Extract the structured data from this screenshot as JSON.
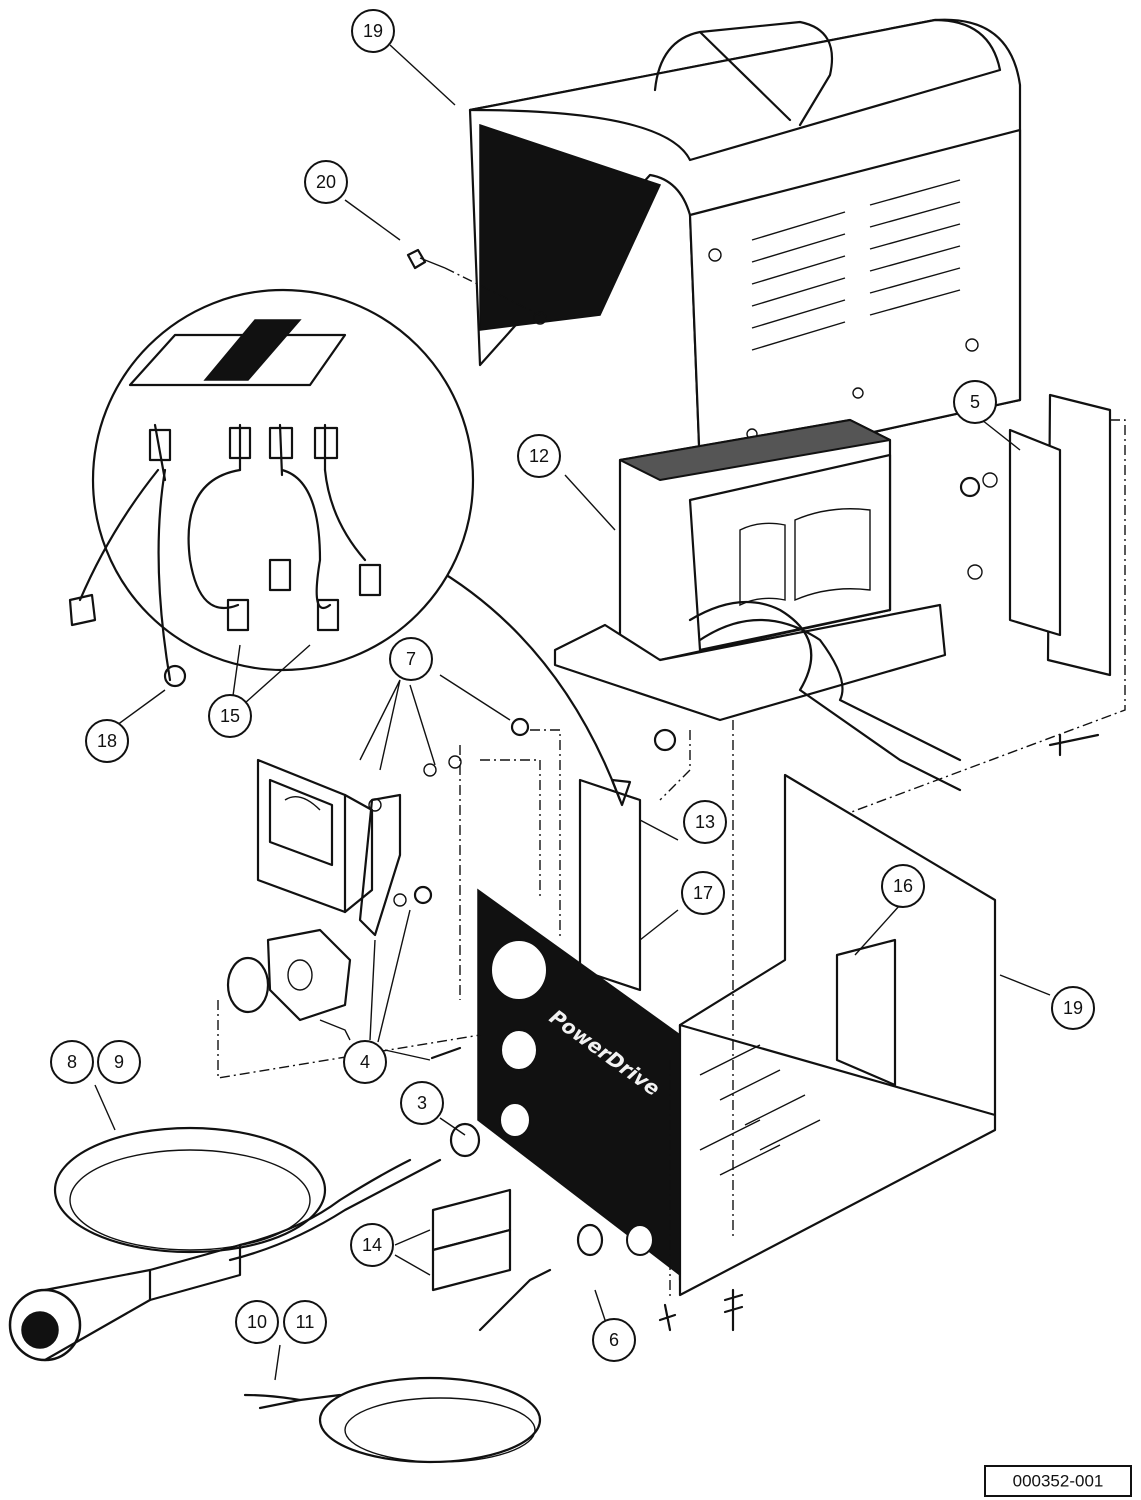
{
  "reference_number": "000352-001",
  "brand_text": "PowerDrive",
  "callouts": [
    {
      "id": "c19top",
      "label": "19",
      "icon": "callout-circle"
    },
    {
      "id": "c20",
      "label": "20",
      "icon": "callout-circle"
    },
    {
      "id": "c12",
      "label": "12",
      "icon": "callout-circle"
    },
    {
      "id": "c5",
      "label": "5",
      "icon": "callout-circle"
    },
    {
      "id": "c7",
      "label": "7",
      "icon": "callout-circle"
    },
    {
      "id": "c18",
      "label": "18",
      "icon": "callout-circle"
    },
    {
      "id": "c15",
      "label": "15",
      "icon": "callout-circle"
    },
    {
      "id": "c13",
      "label": "13",
      "icon": "callout-circle"
    },
    {
      "id": "c17",
      "label": "17",
      "icon": "callout-circle"
    },
    {
      "id": "c16",
      "label": "16",
      "icon": "callout-circle"
    },
    {
      "id": "c19side",
      "label": "19",
      "icon": "callout-circle"
    },
    {
      "id": "c4",
      "label": "4",
      "icon": "callout-circle"
    },
    {
      "id": "c8",
      "label": "8",
      "icon": "callout-circle"
    },
    {
      "id": "c9",
      "label": "9",
      "icon": "callout-circle"
    },
    {
      "id": "c3",
      "label": "3",
      "icon": "callout-circle"
    },
    {
      "id": "c14",
      "label": "14",
      "icon": "callout-circle"
    },
    {
      "id": "c10",
      "label": "10",
      "icon": "callout-circle"
    },
    {
      "id": "c11",
      "label": "11",
      "icon": "callout-circle"
    },
    {
      "id": "c6",
      "label": "6",
      "icon": "callout-circle"
    }
  ]
}
